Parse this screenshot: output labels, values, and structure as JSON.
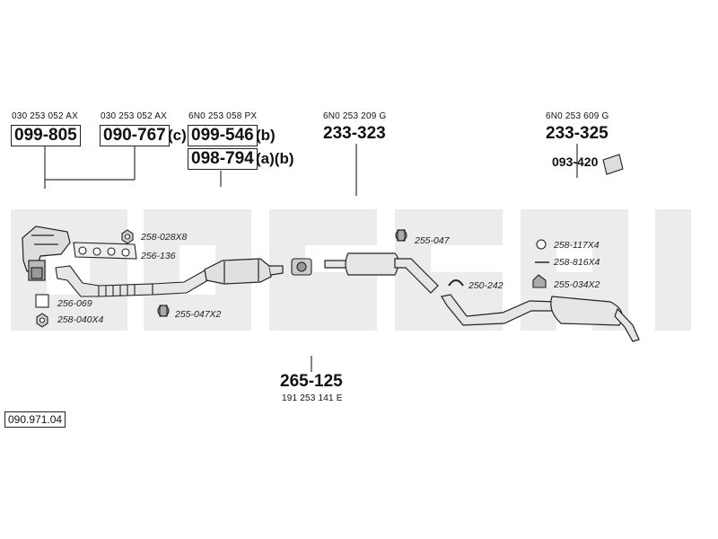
{
  "diagram": {
    "part_refs": {
      "ref1": "030 253 052 AX",
      "ref2": "030 253 052 AX",
      "ref3": "6N0 253 058 PX",
      "ref4": "6N0 253 209 G",
      "ref5": "6N0 253 609 G",
      "ref6": "191 253 141 E"
    },
    "part_numbers": {
      "p1": "099-805",
      "p2": "090-767",
      "p2_suffix": "(c)",
      "p3": "099-546",
      "p3_suffix": "(b)",
      "p4": "098-794",
      "p4_suffix": "(a)(b)",
      "p5": "233-323",
      "p6": "233-325",
      "p7": "093-420",
      "p8": "265-125"
    },
    "small_parts": {
      "s1": "258-028X8",
      "s2": "256-136",
      "s3": "256-069",
      "s4": "258-040X4",
      "s5": "255-047X2",
      "s6": "255-047",
      "s7": "250-242",
      "s8": "258-117X4",
      "s9": "258-816X4",
      "s10": "255-034X2"
    },
    "diagram_code": "090.971.04"
  }
}
